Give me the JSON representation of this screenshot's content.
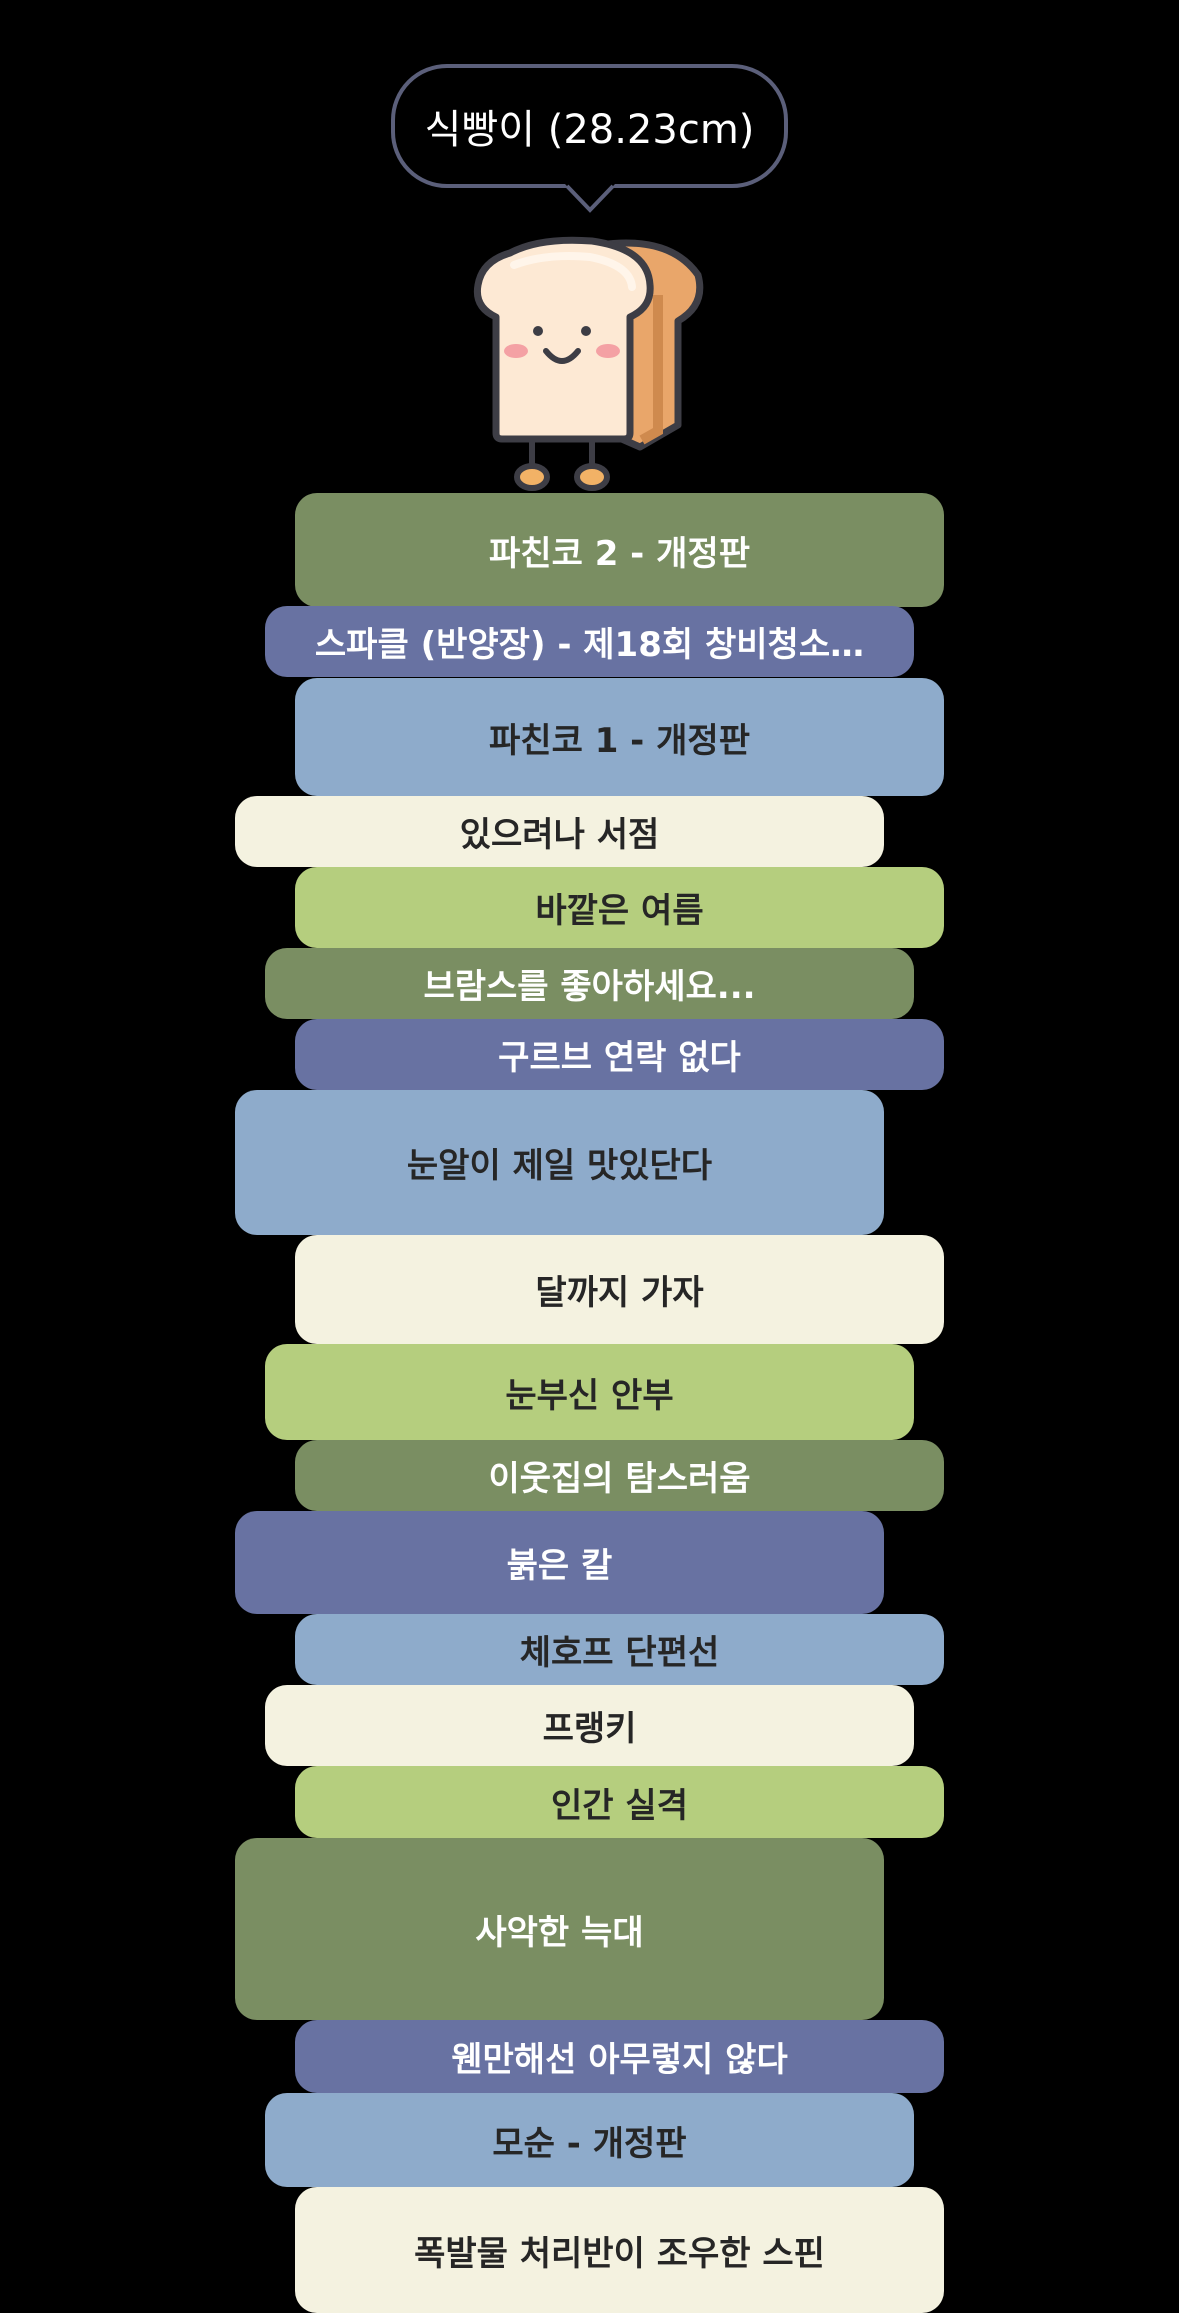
{
  "header": {
    "bubble_text": "식빵이 (28.23cm)"
  },
  "colors": {
    "olive": "#7a8e62",
    "slate": "#6872a2",
    "sky": "#8eabcb",
    "cream": "#f4f2e0",
    "lime": "#b5ce7e",
    "dark_text": "#262626",
    "light_text": "#ffffff",
    "bubble_border": "#5b5f7a"
  },
  "books": [
    {
      "title": "파친코 2 - 개정판",
      "color": "olive"
    },
    {
      "title": "스파클 (반양장) - 제18회 창비청소…",
      "color": "slate"
    },
    {
      "title": "파친코 1 - 개정판",
      "color": "sky"
    },
    {
      "title": "있으려나 서점",
      "color": "cream"
    },
    {
      "title": "바깥은 여름",
      "color": "lime"
    },
    {
      "title": "브람스를 좋아하세요...",
      "color": "olive"
    },
    {
      "title": "구르브 연락 없다",
      "color": "slate"
    },
    {
      "title": "눈알이 제일 맛있단다",
      "color": "sky"
    },
    {
      "title": "달까지 가자",
      "color": "cream"
    },
    {
      "title": "눈부신 안부",
      "color": "lime"
    },
    {
      "title": "이웃집의 탐스러움",
      "color": "olive"
    },
    {
      "title": "붉은 칼",
      "color": "slate"
    },
    {
      "title": "체호프 단편선",
      "color": "sky"
    },
    {
      "title": "프랭키",
      "color": "cream"
    },
    {
      "title": "인간 실격",
      "color": "lime"
    },
    {
      "title": "사악한 늑대",
      "color": "olive"
    },
    {
      "title": "웬만해선 아무렇지 않다",
      "color": "slate"
    },
    {
      "title": "모순 - 개정판",
      "color": "sky"
    },
    {
      "title": "폭발물 처리반이 조우한 스핀",
      "color": "cream"
    }
  ]
}
